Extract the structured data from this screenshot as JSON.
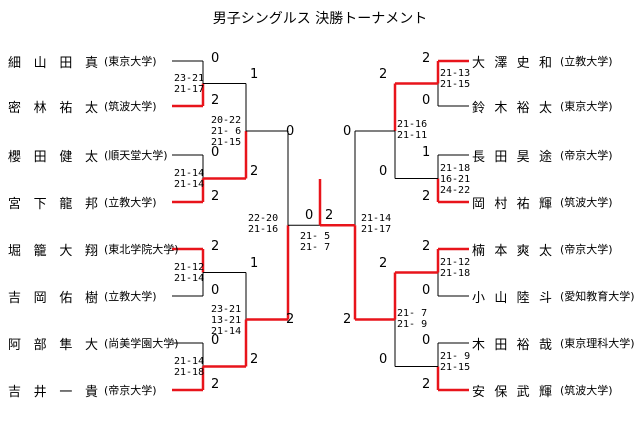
{
  "title": "男子シングルス 決勝トーナメント",
  "colors": {
    "winner_line": "#e8141b",
    "loser_line": "#000000"
  },
  "left_players": [
    {
      "name": "細山田 真",
      "school": "(東京大学)"
    },
    {
      "name": "密林 祐太",
      "school": "(筑波大学)"
    },
    {
      "name": "櫻田 健太",
      "school": "(順天堂大学)"
    },
    {
      "name": "宮下 龍邦",
      "school": "(立教大学)"
    },
    {
      "name": "堀籠 大翔",
      "school": "(東北学院大学)"
    },
    {
      "name": "吉岡 佑樹",
      "school": "(立教大学)"
    },
    {
      "name": "阿部 隼大",
      "school": "(尚美学園大学)"
    },
    {
      "name": "吉井 一貴",
      "school": "(帝京大学)"
    }
  ],
  "right_players": [
    {
      "name": "大澤 史和",
      "school": "(立教大学)"
    },
    {
      "name": "鈴木 裕太",
      "school": "(東京大学)"
    },
    {
      "name": "長田 昊途",
      "school": "(帝京大学)"
    },
    {
      "name": "岡村 祐輝",
      "school": "(筑波大学)"
    },
    {
      "name": "楠本 爽太",
      "school": "(帝京大学)"
    },
    {
      "name": "小山 陸斗",
      "school": "(愛知教育大学)"
    },
    {
      "name": "木田 裕哉",
      "school": "(東京理科大学)"
    },
    {
      "name": "安保 武輝",
      "school": "(筑波大学)"
    }
  ],
  "left_r1": [
    {
      "top": "0",
      "bottom": "2",
      "scores": "23-21\n21-17"
    },
    {
      "top": "0",
      "bottom": "2",
      "scores": "21-14\n21-14"
    },
    {
      "top": "2",
      "bottom": "0",
      "scores": "21-12\n21-14"
    },
    {
      "top": "0",
      "bottom": "2",
      "scores": "21-14\n21-18"
    }
  ],
  "left_r2": [
    {
      "top": "1",
      "bottom": "2",
      "scores": "20-22\n21- 6\n21-15"
    },
    {
      "top": "1",
      "bottom": "2",
      "scores": "23-21\n13-21\n21-14"
    }
  ],
  "left_sf": {
    "top": "0",
    "bottom": "2",
    "scores": "22-20\n21-16"
  },
  "right_r1": [
    {
      "top": "2",
      "bottom": "0",
      "scores": "21-13\n21-15"
    },
    {
      "top": "1",
      "bottom": "2",
      "scores": "21-18\n16-21\n24-22"
    },
    {
      "top": "2",
      "bottom": "0",
      "scores": "21-12\n21-18"
    },
    {
      "top": "0",
      "bottom": "2",
      "scores": "21- 9\n21-15"
    }
  ],
  "right_r2": [
    {
      "top": "2",
      "bottom": "0",
      "scores": "21-16\n21-11"
    },
    {
      "top": "2",
      "bottom": "0",
      "scores": "21- 7\n21- 9"
    }
  ],
  "right_sf": {
    "top": "0",
    "bottom": "2",
    "scores": "21-14\n21-17"
  },
  "final": {
    "left": "0",
    "right": "2",
    "scores": "21- 5\n21- 7"
  }
}
